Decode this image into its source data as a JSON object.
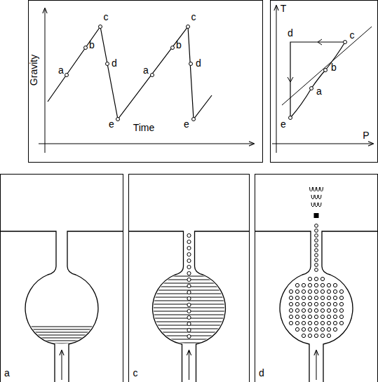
{
  "diagram": {
    "labels": [
      "Gravity",
      "Time",
      "a",
      "b",
      "c",
      "d",
      "e",
      "a",
      "b",
      "c",
      "d",
      "e",
      "T",
      "P",
      "d",
      "c",
      "b",
      "a",
      "e",
      "a",
      "c",
      "d"
    ]
  }
}
